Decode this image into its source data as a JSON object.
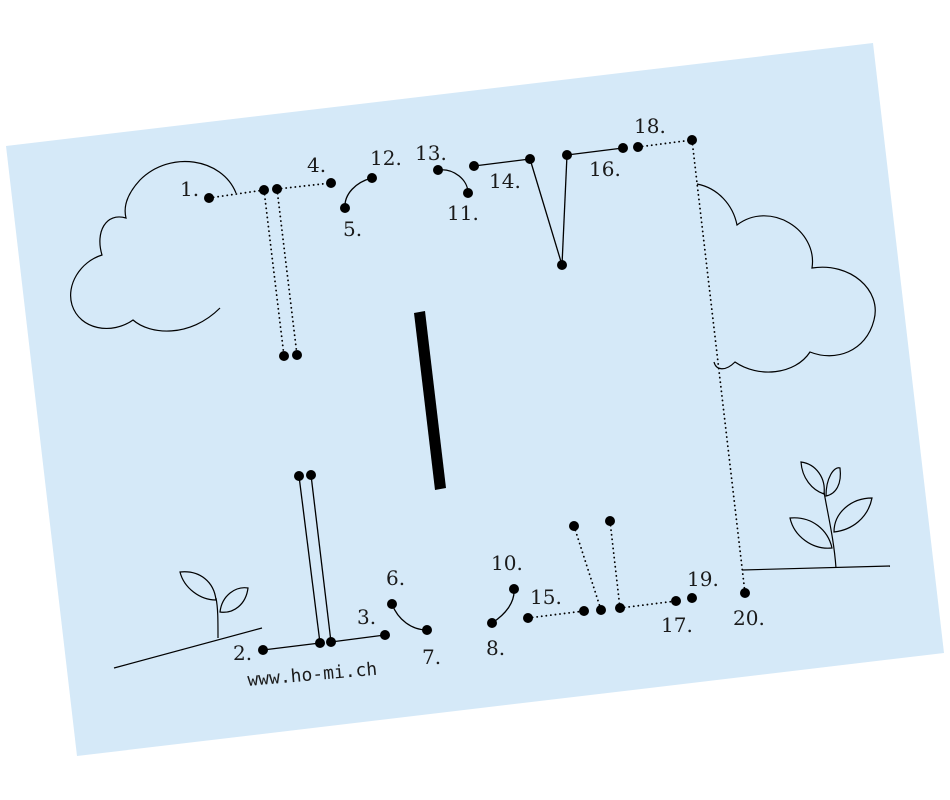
{
  "worksheet": {
    "website": "www.ho-mi.ch",
    "labels": [
      "1.",
      "2.",
      "3.",
      "4.",
      "5.",
      "6.",
      "7.",
      "8.",
      "10.",
      "11.",
      "12.",
      "13.",
      "14.",
      "15.",
      "16.",
      "17.",
      "18.",
      "19.",
      "20."
    ],
    "colors": {
      "paper": "#d5e9f8",
      "ink": "#000000"
    },
    "icons": [
      "cloud-left-icon",
      "cloud-right-icon",
      "sprout-left-icon",
      "plant-right-icon"
    ]
  }
}
